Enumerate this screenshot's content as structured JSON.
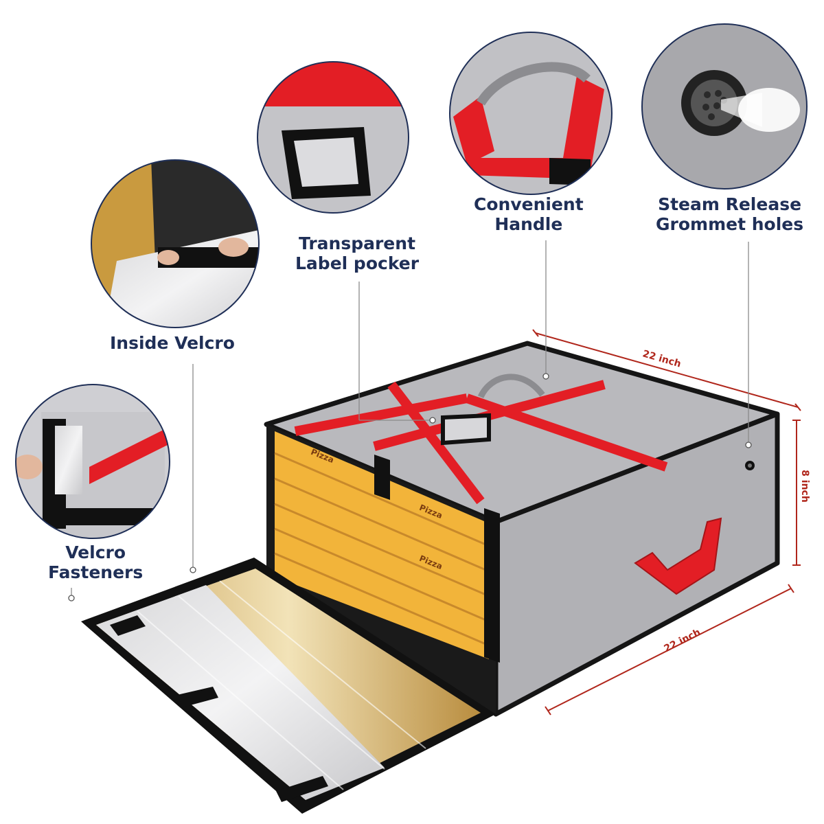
{
  "labels": {
    "inside_velcro": "Inside Velcro",
    "velcro_fasteners": "Velcro\nFasteners",
    "transparent_label": "Transparent\nLabel pocker",
    "convenient_handle": "Convenient\nHandle",
    "steam_release": "Steam Release\nGrommet holes"
  },
  "dimensions": {
    "top_width": "22 inch",
    "height": "8 inch",
    "depth": "22 inch"
  },
  "box_text": "Pizza",
  "colors": {
    "label_text": "#1f2f57",
    "dimension_text": "#b0261b",
    "bag_gray": "#b9b9bd",
    "strap_red": "#e31e25",
    "box_yellow": "#f2b43a",
    "circle_outline": "#1f2f57"
  }
}
